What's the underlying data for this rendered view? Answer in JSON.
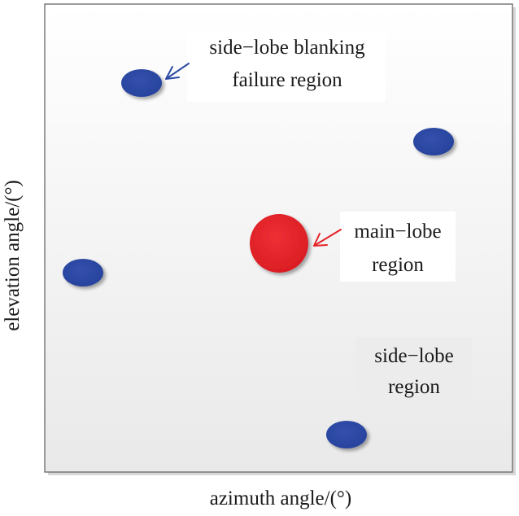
{
  "axes": {
    "xlabel": "azimuth angle/(°)",
    "ylabel": "elevation angle/(°)"
  },
  "annotations": {
    "blanking_failure": {
      "line1": "side−lobe blanking",
      "line2": "failure region"
    },
    "main_lobe": {
      "line1": "main−lobe",
      "line2": "region"
    },
    "side_lobe": {
      "line1": "side−lobe",
      "line2": "region"
    }
  },
  "colors": {
    "main_lobe": "#e52226",
    "blanking_regions": "#2d4aa3",
    "blanking_arrow": "#2d4aa3",
    "main_arrow": "#e52226",
    "frame": "#666666"
  }
}
